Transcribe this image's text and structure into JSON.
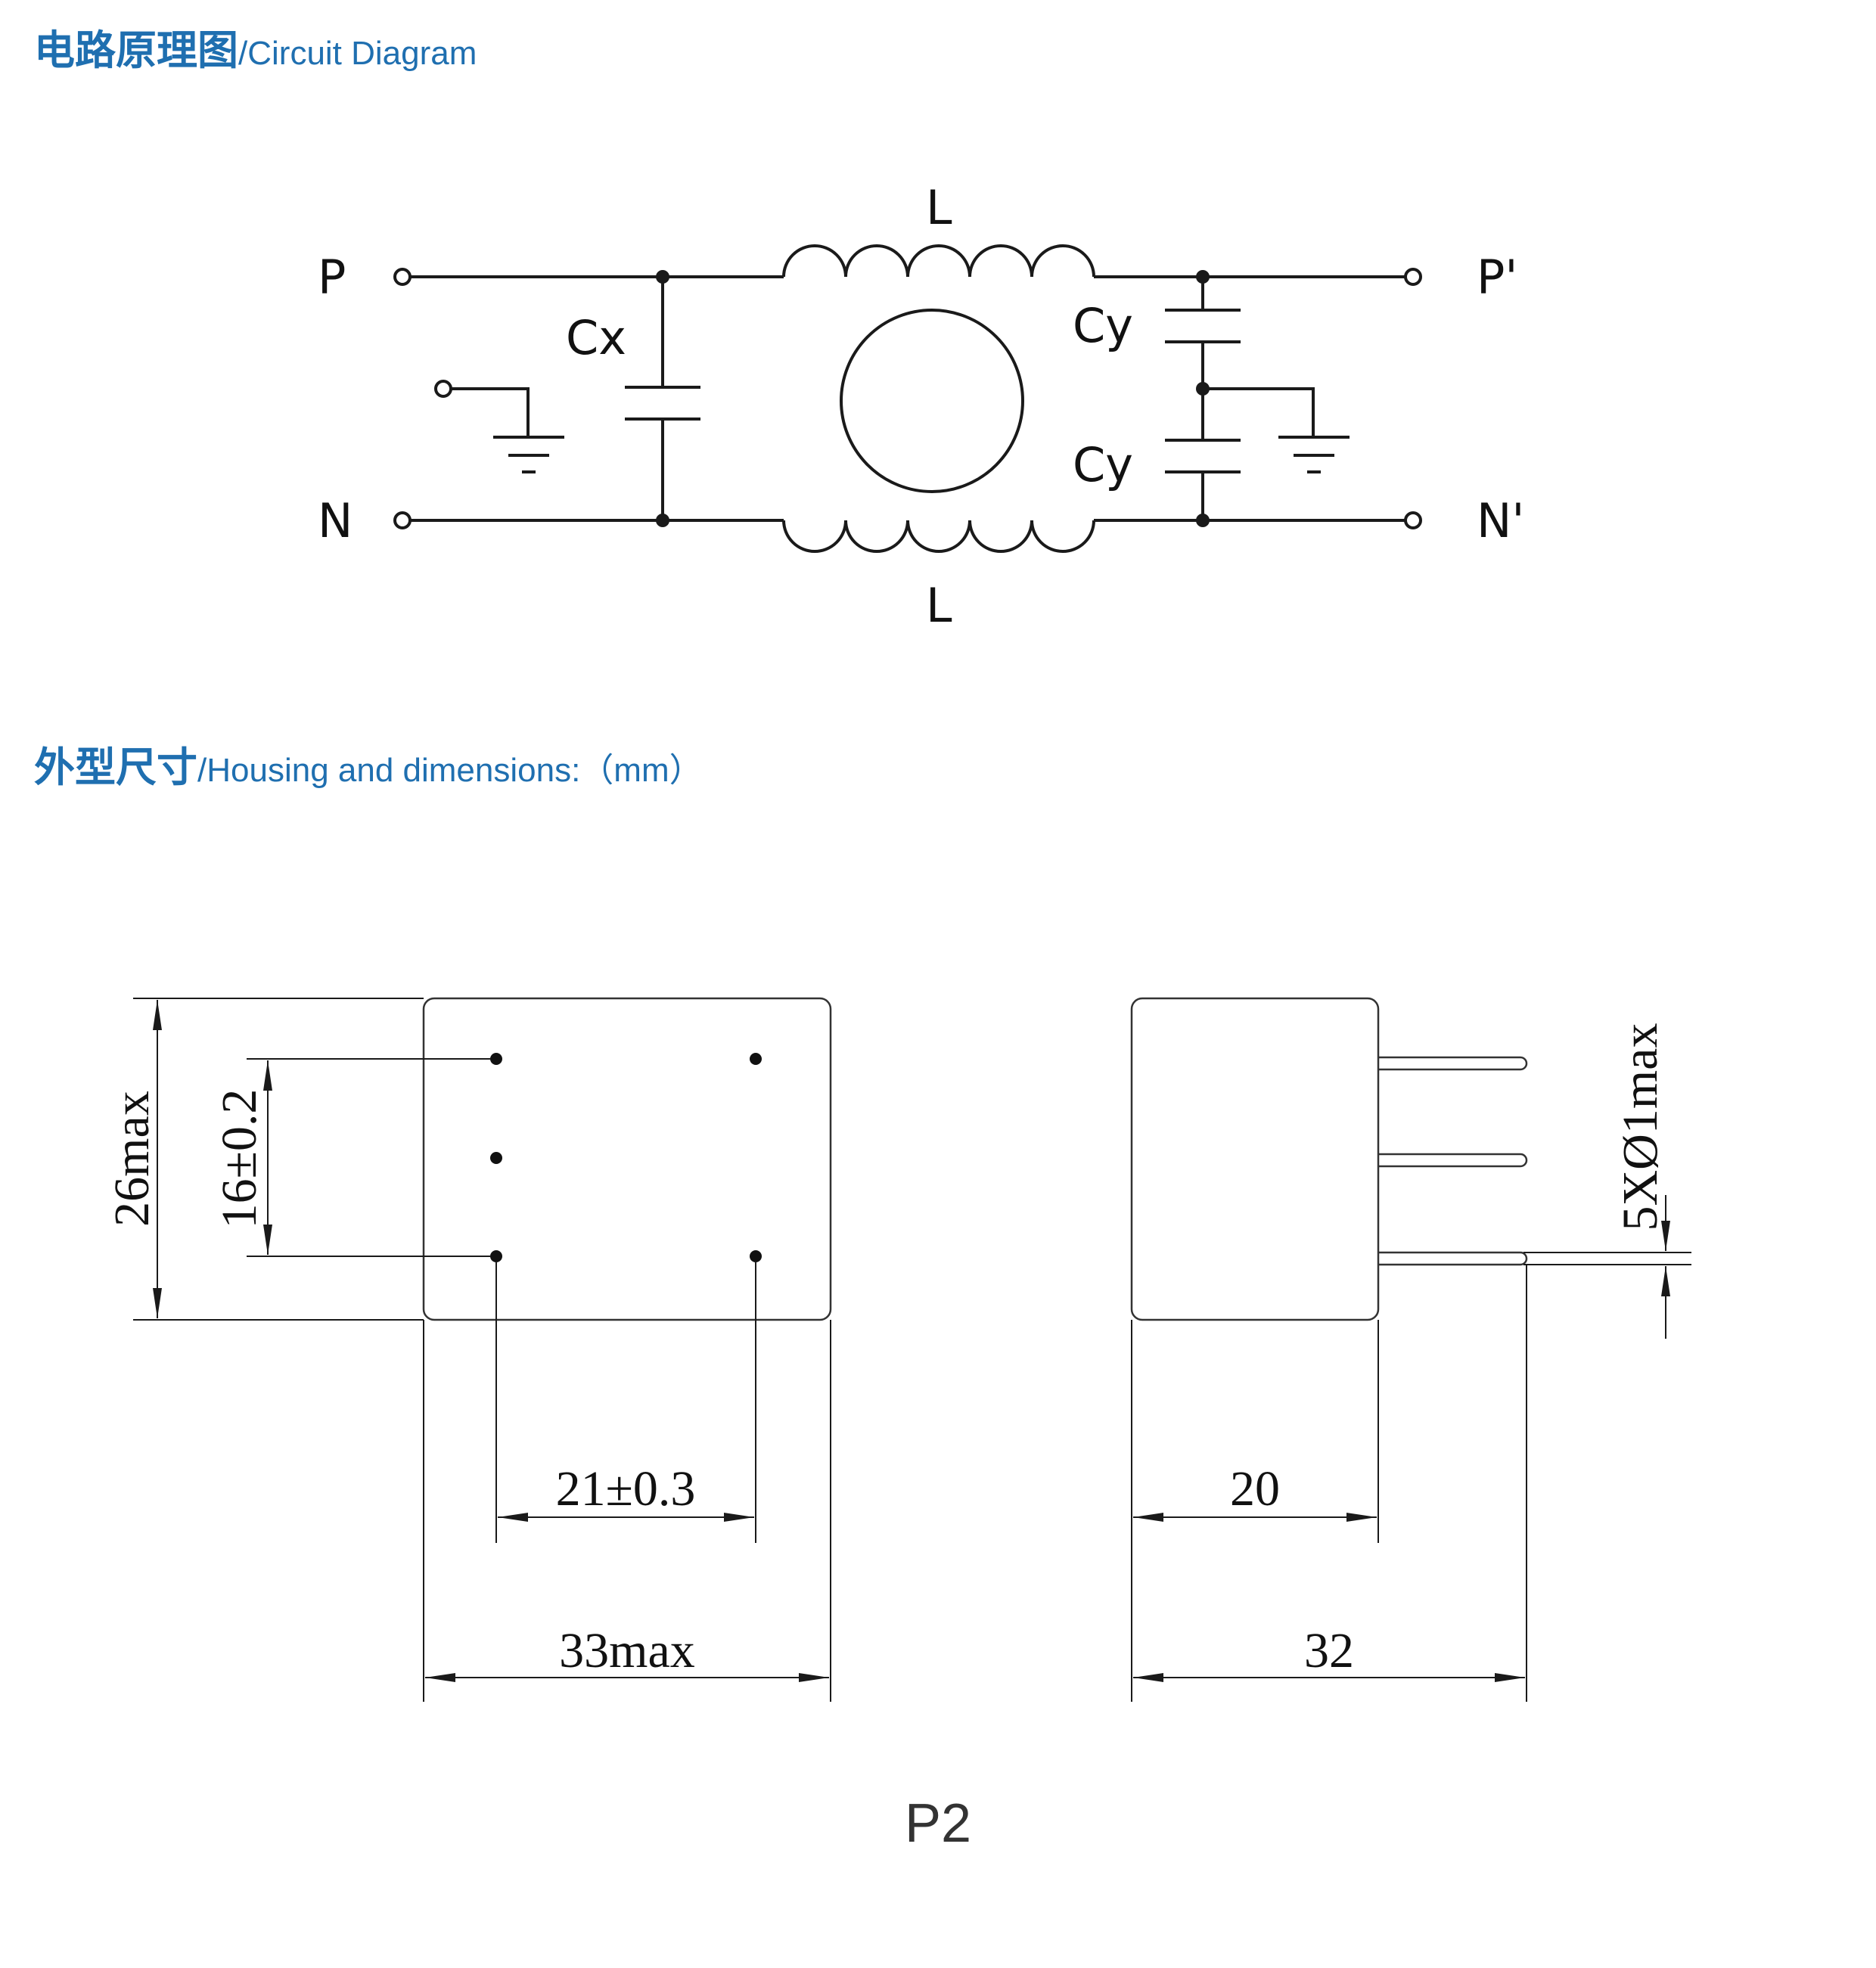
{
  "sections": {
    "circuit": {
      "title_cn": "电路原理图",
      "separator": "/",
      "title_en": "Circuit Diagram"
    },
    "housing": {
      "title_cn": "外型尺寸",
      "separator": "/",
      "title_en": "Housing and dimensions:（mm）"
    }
  },
  "circuit_labels": {
    "p_in": "P",
    "n_in": "N",
    "p_out": "P'",
    "n_out": "N'",
    "inductor_top": "L",
    "inductor_bottom": "L",
    "cx": "Cx",
    "cy_top": "Cy",
    "cy_bottom": "Cy"
  },
  "dimensions": {
    "height": "26max",
    "pin_pitch_vertical": "16±0.2",
    "pin_pitch_horizontal": "21±0.3",
    "width": "33max",
    "depth": "20",
    "overall_depth": "32",
    "pin_diameter": "5XØ1max"
  },
  "caption": "P2"
}
